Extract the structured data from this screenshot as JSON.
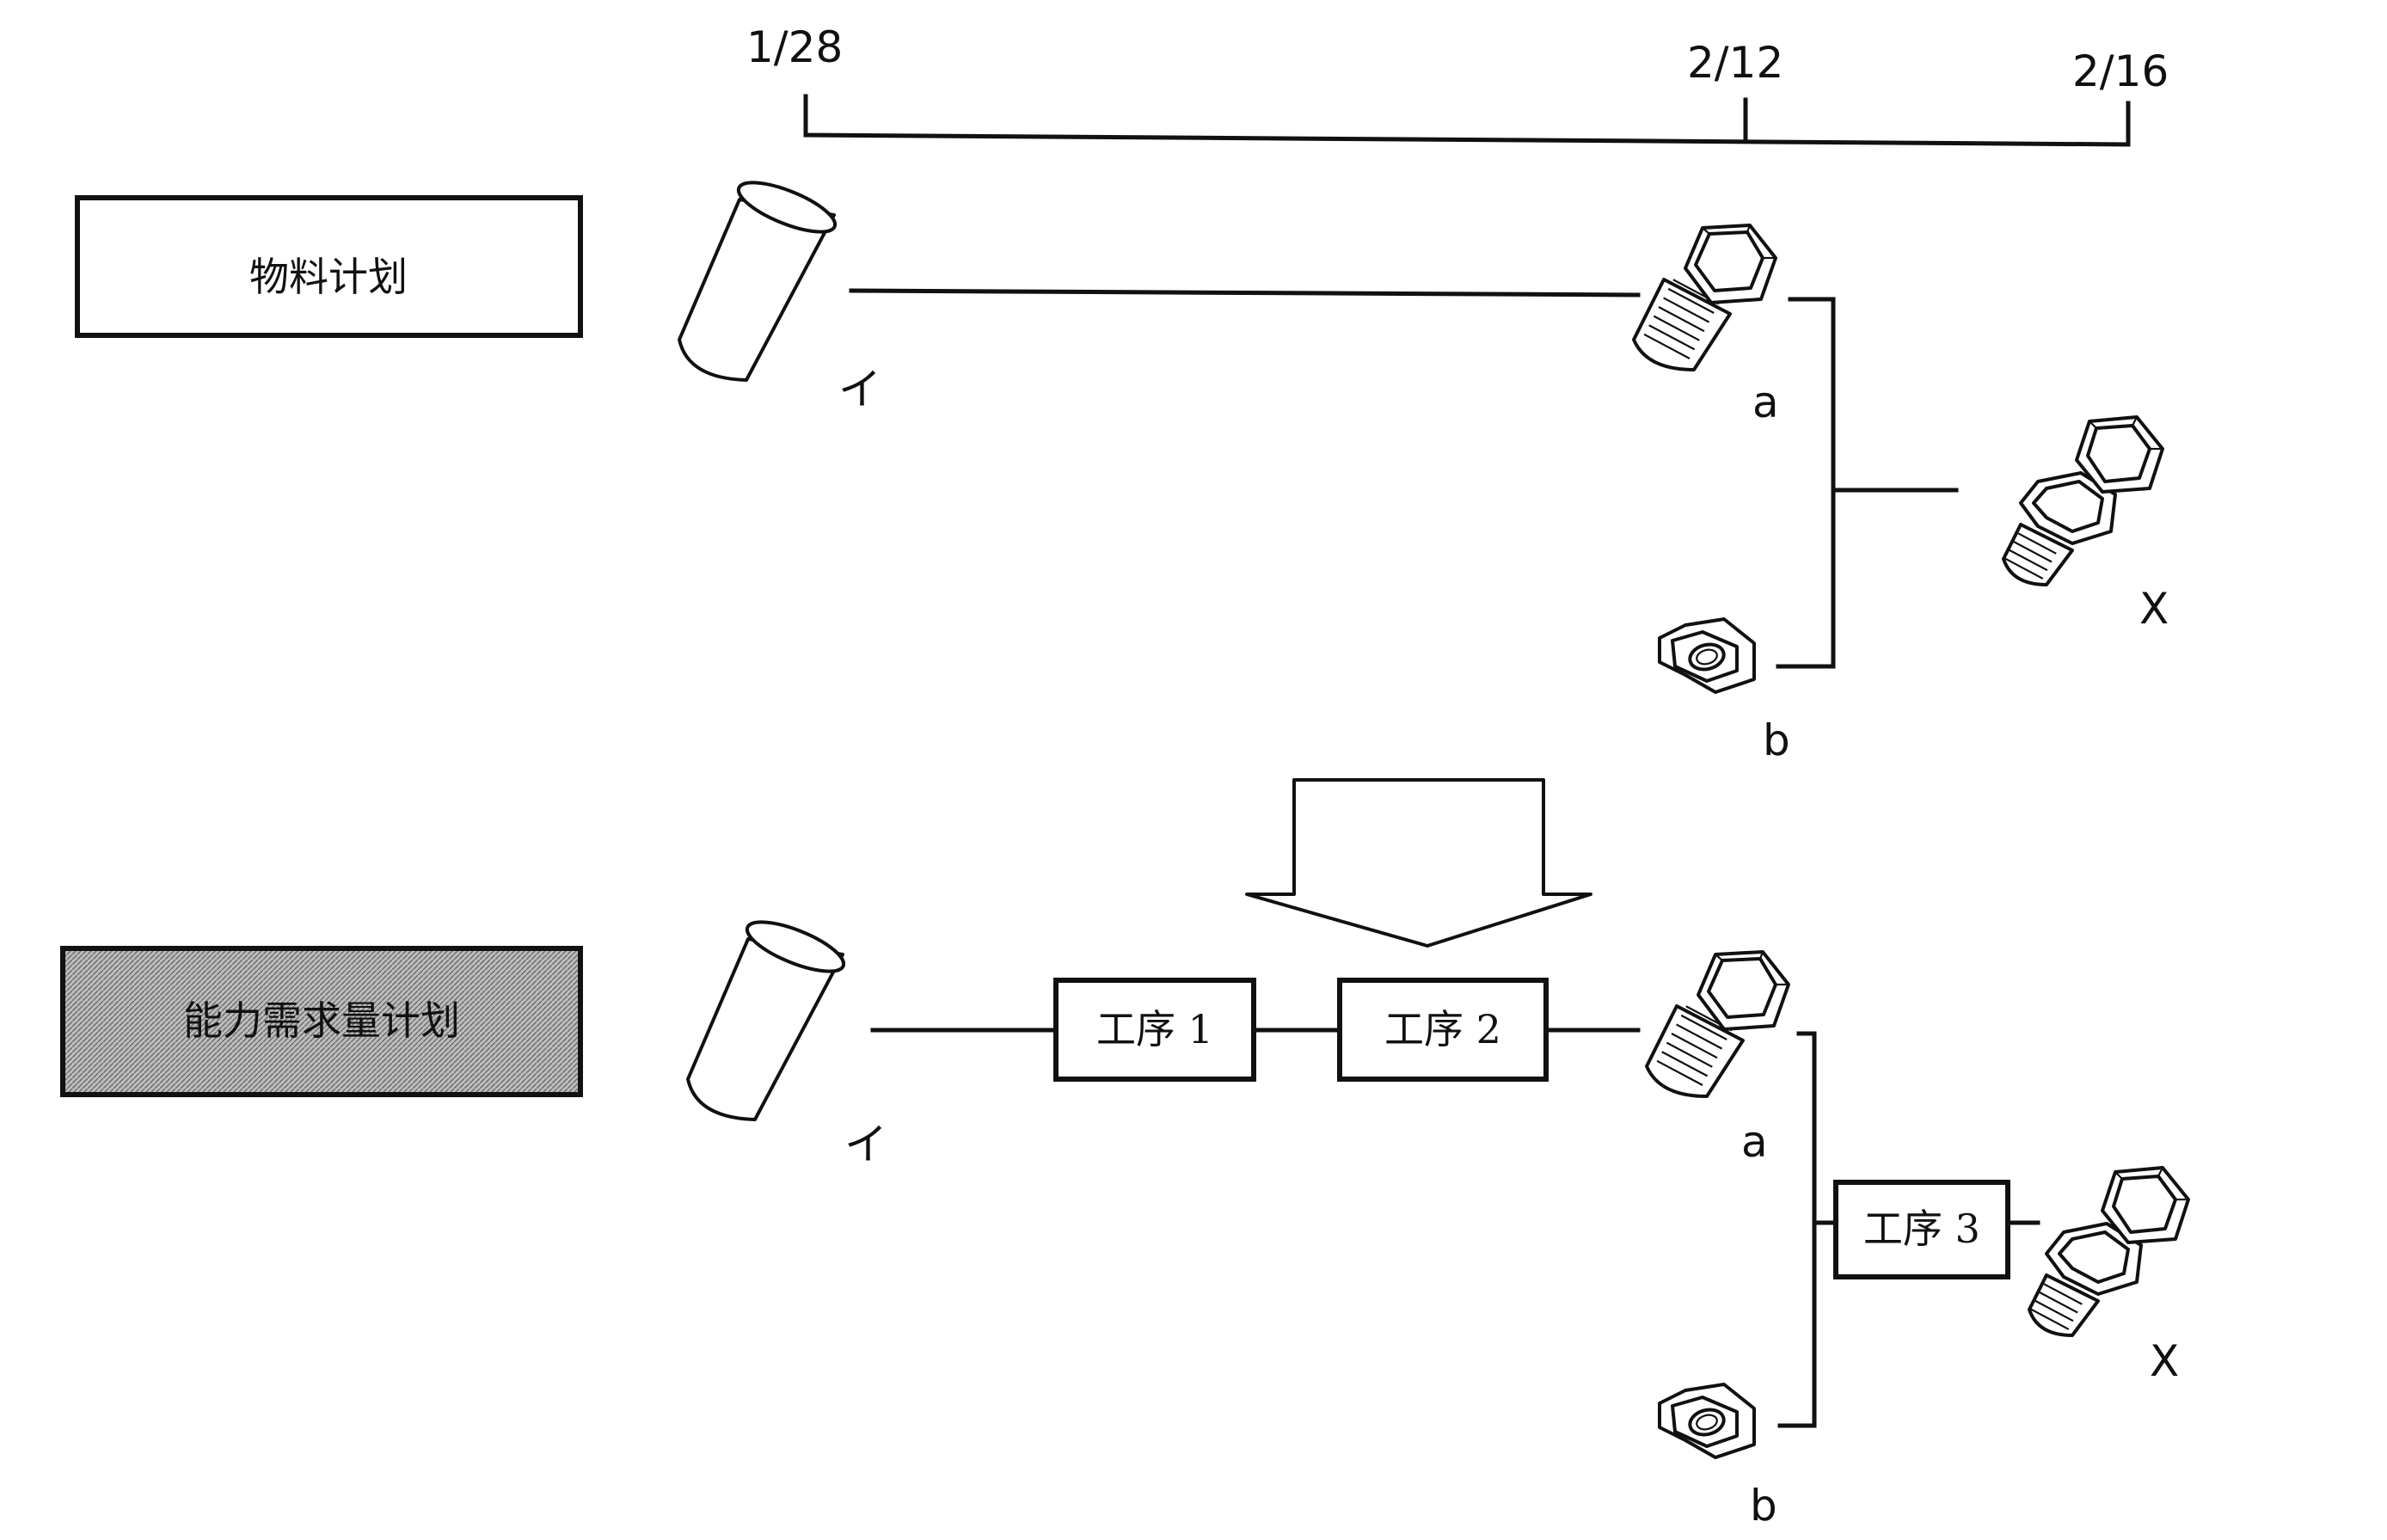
{
  "timeline": {
    "start": "1/28",
    "mid": "2/12",
    "end": "2/16"
  },
  "material_plan": {
    "title": "物料计划",
    "raw_label": "イ",
    "part_a_label": "a",
    "part_b_label": "b",
    "product_label": "X"
  },
  "capacity_plan": {
    "title": "能力需求量计划",
    "raw_label": "イ",
    "process_1": "工序 1",
    "process_2": "工序 2",
    "process_3": "工序 3",
    "part_a_label": "a",
    "part_b_label": "b",
    "product_label": "X"
  },
  "colors": {
    "ink": "#111111",
    "shaded_fill": "#a9a9a9"
  },
  "icons": [
    "cylinder-icon",
    "bolt-icon",
    "nut-icon",
    "bolt-and-nut-icon",
    "down-arrow-icon"
  ]
}
